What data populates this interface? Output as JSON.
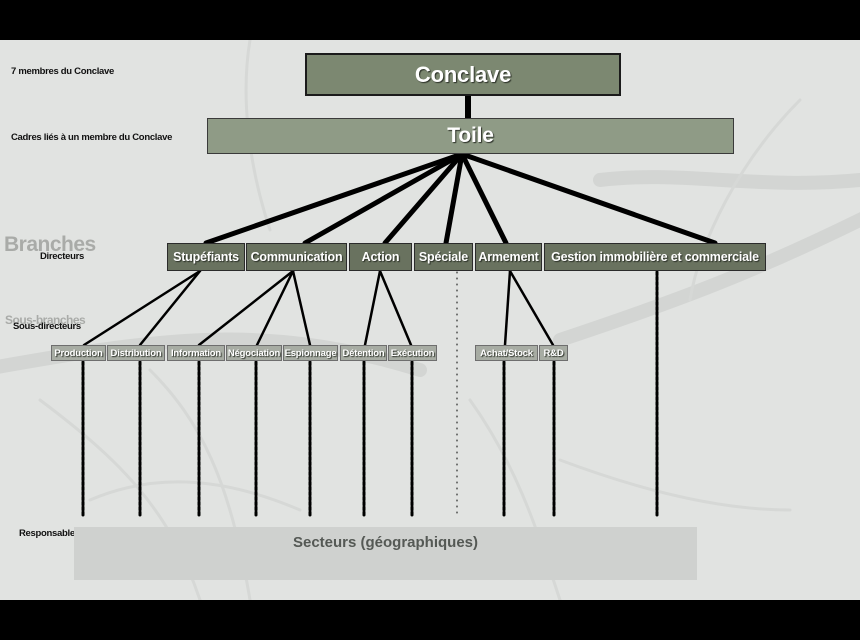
{
  "labels": {
    "level1": "7 membres du Conclave",
    "level2": "Cadres liés à un membre du Conclave",
    "branches_ghost": "Branches",
    "level3": "Directeurs",
    "subbranches_ghost": "Sous-branches",
    "level4": "Sous-directeurs",
    "level5": "Responsable de secteur et simples membres"
  },
  "top": {
    "name": "Conclave"
  },
  "second": {
    "name": "Toile"
  },
  "branches": [
    {
      "name": "Stupéfiants"
    },
    {
      "name": "Communication"
    },
    {
      "name": "Action"
    },
    {
      "name": "Spéciale"
    },
    {
      "name": "Armement"
    },
    {
      "name": "Gestion immobilière et commerciale"
    }
  ],
  "subbranches": [
    {
      "name": "Production",
      "parent": "Stupéfiants"
    },
    {
      "name": "Distribution",
      "parent": "Stupéfiants"
    },
    {
      "name": "Information",
      "parent": "Communication"
    },
    {
      "name": "Négociation",
      "parent": "Communication"
    },
    {
      "name": "Espionnage",
      "parent": "Communication"
    },
    {
      "name": "Détention",
      "parent": "Action"
    },
    {
      "name": "Exécution",
      "parent": "Action"
    },
    {
      "name": "Achat/Stock",
      "parent": "Armement"
    },
    {
      "name": "R&D",
      "parent": "Armement"
    }
  ],
  "sectors": {
    "name": "Secteurs (géographiques)"
  },
  "colors": {
    "background": "#e1e3e1",
    "top_box": "#7c8871",
    "toile_box": "#8f9b86",
    "branch_box": "#69725f",
    "sub_box": "#a7aca3",
    "sectors_box": "#cfd1cf",
    "letterbox": "#000000"
  }
}
